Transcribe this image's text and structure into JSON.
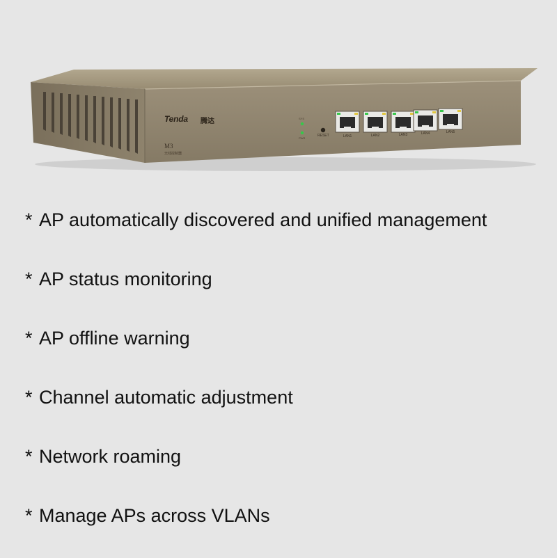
{
  "device": {
    "brand": "Tenda",
    "brand_cn": "腾达",
    "model": "M3",
    "model_cn": "无线控制器",
    "led_sys": "SYS",
    "led_pwr": "PWR",
    "reset_label": "RESET",
    "ports": [
      "LAN1",
      "LAN2",
      "LAN3",
      "LAN4",
      "LAN5"
    ],
    "colors": {
      "body": "#8f8268",
      "led_green": "#37c84a"
    }
  },
  "features": [
    "AP automatically discovered and unified management",
    "AP status monitoring",
    "AP offline warning",
    "Channel automatic adjustment",
    "Network roaming",
    "Manage APs across VLANs"
  ]
}
